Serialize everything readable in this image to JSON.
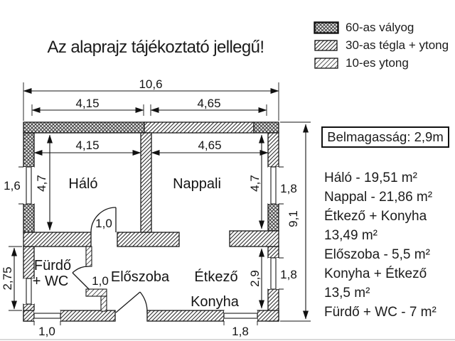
{
  "title": "Az alaprajz tájékoztató jellegű!",
  "legend": {
    "items": [
      {
        "label": "60-as vályog",
        "pattern": "crosshatch-60"
      },
      {
        "label": "30-as tégla + ytong",
        "pattern": "diagonal-30"
      },
      {
        "label": "10-es ytong",
        "pattern": "diagonal-10"
      }
    ]
  },
  "info_box": {
    "text": "Belmagasság: 2,9m"
  },
  "area_list": {
    "lines": [
      "Háló - 19,51 m²",
      "Nappal - 21,86 m²",
      "Étkező + Konyha",
      "13,49 m²",
      "Előszoba - 5,5 m²",
      "Konyha + Étkező",
      "13,5 m²",
      "Fürdő + WC - 7 m²"
    ]
  },
  "plan": {
    "rooms": {
      "halo": "Háló",
      "nappali": "Nappali",
      "furdo_line1": "Fürdő",
      "furdo_line2": "+ WC",
      "eloszoba": "Előszoba",
      "etkezo": "Étkező",
      "konyha": "Konyha"
    },
    "dims": {
      "total_width": "10,6",
      "top_left_width": "4,15",
      "top_right_width": "4,65",
      "halo_width": "4,15",
      "nappali_width": "4,65",
      "halo_height": "4,7",
      "nappali_height": "4,7",
      "left_window": "1,6",
      "furdo_height": "2,75",
      "right_window_top": "1,8",
      "total_height": "9,1",
      "right_window_bottom": "1,8",
      "etkezo_height": "2,9",
      "bottom_window_left": "1,0",
      "bottom_window_right": "1,8",
      "halo_door_width": "1,0",
      "furdo_door_width": "1,0"
    }
  }
}
